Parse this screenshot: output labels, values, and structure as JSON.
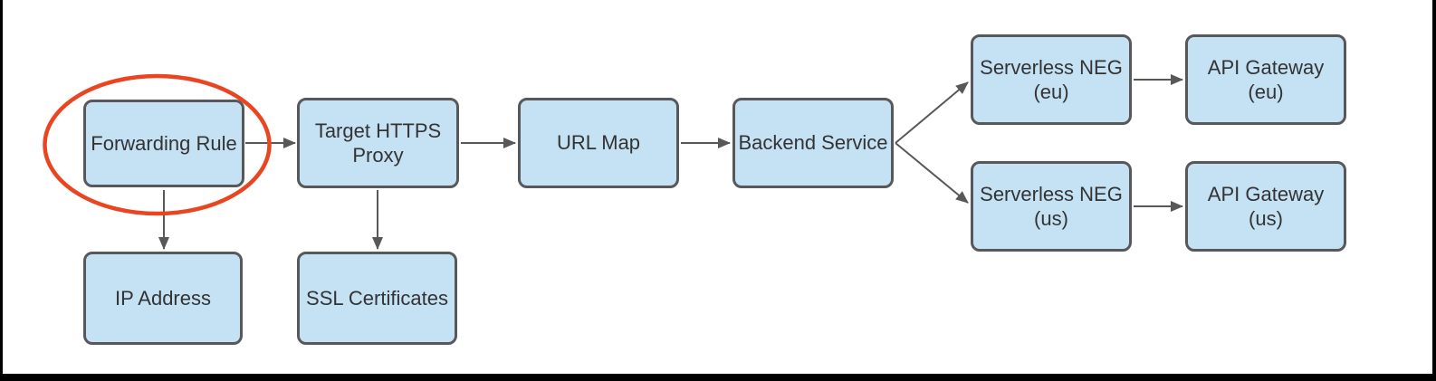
{
  "diagram": {
    "type": "flowchart",
    "nodes": [
      {
        "id": "forwarding-rule",
        "label": "Forwarding Rule",
        "highlighted": true
      },
      {
        "id": "target-https-proxy",
        "label": "Target HTTPS\nProxy"
      },
      {
        "id": "url-map",
        "label": "URL Map"
      },
      {
        "id": "backend-service",
        "label": "Backend Service"
      },
      {
        "id": "serverless-neg-eu",
        "label": "Serverless NEG\n(eu)"
      },
      {
        "id": "api-gateway-eu",
        "label": "API Gateway\n(eu)"
      },
      {
        "id": "serverless-neg-us",
        "label": "Serverless NEG\n(us)"
      },
      {
        "id": "api-gateway-us",
        "label": "API Gateway\n(us)"
      },
      {
        "id": "ip-address",
        "label": "IP Address"
      },
      {
        "id": "ssl-certificates",
        "label": "SSL Certificates"
      }
    ],
    "edges": [
      {
        "from": "forwarding-rule",
        "to": "target-https-proxy"
      },
      {
        "from": "target-https-proxy",
        "to": "url-map"
      },
      {
        "from": "url-map",
        "to": "backend-service"
      },
      {
        "from": "backend-service",
        "to": "serverless-neg-eu"
      },
      {
        "from": "backend-service",
        "to": "serverless-neg-us"
      },
      {
        "from": "serverless-neg-eu",
        "to": "api-gateway-eu"
      },
      {
        "from": "serverless-neg-us",
        "to": "api-gateway-us"
      },
      {
        "from": "forwarding-rule",
        "to": "ip-address"
      },
      {
        "from": "target-https-proxy",
        "to": "ssl-certificates"
      }
    ],
    "annotations": [
      {
        "type": "ellipse-highlight",
        "around": "forwarding-rule",
        "color": "#ea4420"
      }
    ],
    "colors": {
      "node_fill": "#c5e2f5",
      "node_border": "#58585a",
      "arrow": "#58585a",
      "text": "#333333",
      "highlight": "#ea4420",
      "frame": "#000000"
    }
  }
}
